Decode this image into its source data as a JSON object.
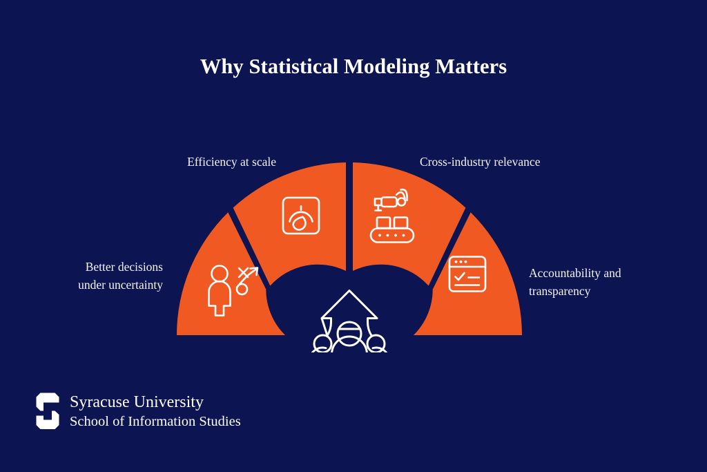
{
  "colors": {
    "background_navy": "#0c1452",
    "segment_orange": "#f05a22",
    "text_white": "#ffffff",
    "icon_stroke": "#ffffff"
  },
  "header": {
    "title": "Why Statistical Modeling Matters"
  },
  "wheel": {
    "type": "semicircle-segmented",
    "segment_count": 4,
    "center_icon": {
      "icon": "people-growth-arrow-icon"
    },
    "segments": [
      {
        "id": "better-decisions",
        "label": "Better decisions\nunder uncertainty",
        "icon": "person-strategy-icon",
        "angle_start": 180,
        "angle_end": 135,
        "label_align": "right"
      },
      {
        "id": "efficiency",
        "label": "Efficiency at scale",
        "icon": "gauge-speedometer-icon",
        "angle_start": 135,
        "angle_end": 90,
        "label_align": "right"
      },
      {
        "id": "cross-industry",
        "label": "Cross-industry relevance",
        "icon": "robot-conveyor-belt-icon",
        "angle_start": 90,
        "angle_end": 45,
        "label_align": "left"
      },
      {
        "id": "accountability",
        "label": "Accountability and\ntransparency",
        "icon": "browser-checklist-icon",
        "angle_start": 45,
        "angle_end": 0,
        "label_align": "left"
      }
    ]
  },
  "footer": {
    "logo_mark": "syracuse-block-s-icon",
    "org_line1": "Syracuse University",
    "org_line2": "School of Information Studies"
  }
}
